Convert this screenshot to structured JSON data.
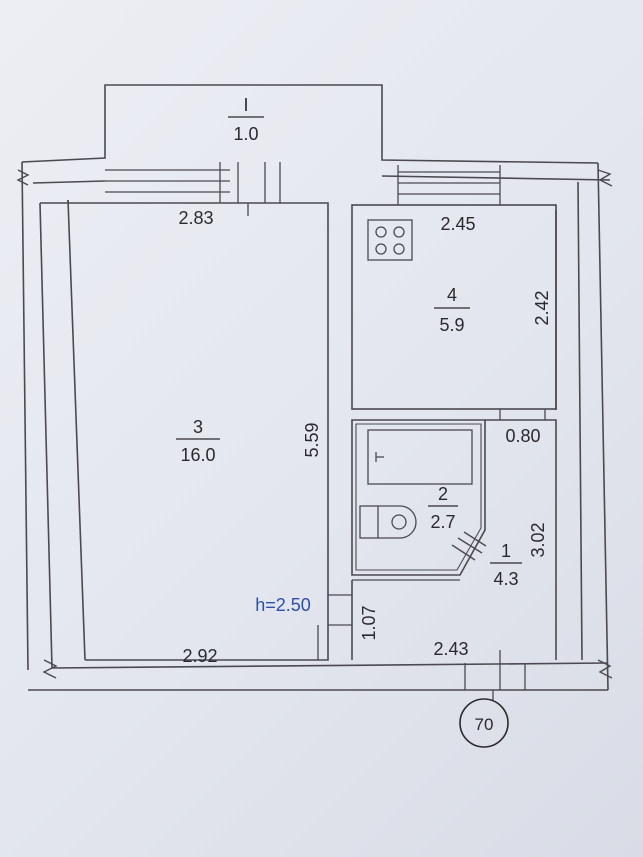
{
  "plan": {
    "rooms": [
      {
        "number": "I",
        "area": "1.0"
      },
      {
        "number": "3",
        "area": "16.0"
      },
      {
        "number": "4",
        "area": "5.9"
      },
      {
        "number": "2",
        "area": "2.7"
      },
      {
        "number": "1",
        "area": "4.3"
      }
    ],
    "dimensions": {
      "room3_top": "2.83",
      "room3_bottom": "2.92",
      "room3_height": "5.59",
      "room4_width": "2.45",
      "room4_depth": "2.42",
      "opening_width": "0.80",
      "hall_height": "3.02",
      "hall_bottom": "2.43",
      "small_depth": "1.07"
    },
    "ceiling_height": "h=2.50",
    "building_number": "70"
  }
}
